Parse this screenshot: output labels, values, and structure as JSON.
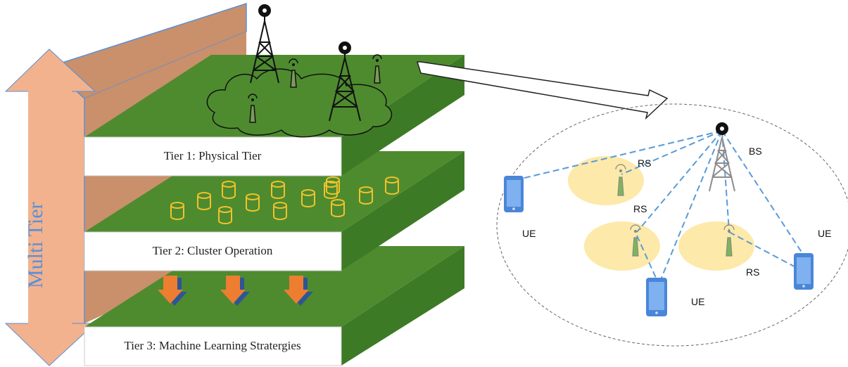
{
  "side_label": "Multi Tier",
  "tiers": [
    {
      "label": "Tier 1: Physical Tier"
    },
    {
      "label": "Tier 2: Cluster Operation"
    },
    {
      "label": "Tier 3: Machine Learning Stratergies"
    }
  ],
  "network": {
    "base_station_label": "BS",
    "relay_labels": [
      "RS",
      "RS",
      "RS"
    ],
    "ue_labels": [
      "UE",
      "UE",
      "UE"
    ]
  },
  "colors": {
    "slab_top": "#4e8b2f",
    "slab_front": "#3d7a25",
    "label_box": "#ffffff",
    "side_arrow": "#f2b28e",
    "side_arrow_shade": "#c9906b",
    "cylinder": "#f2c22a",
    "down_arrow": "#ed7d31",
    "down_arrow_shade": "#2f5597",
    "link": "#5b9bd5",
    "relay_fill": "#fde9a9",
    "phone": "#4a86d8"
  },
  "icons": {
    "tower": "cell-tower-icon",
    "antenna": "antenna-icon",
    "cloud": "cloud-icon",
    "cluster": "database-cylinder-icon",
    "down_arrow": "down-arrow-icon",
    "phone": "smartphone-icon"
  }
}
